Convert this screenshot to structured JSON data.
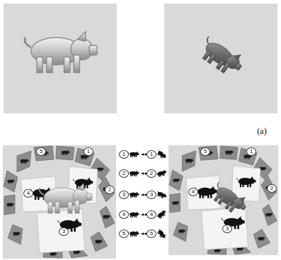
{
  "diagram": {
    "labels": [
      "(a)",
      "5",
      "1",
      "2",
      "4",
      "3",
      "1",
      "1",
      "2",
      "2",
      "3",
      "3",
      "4",
      "4",
      "5",
      "5",
      "5",
      "1",
      "2",
      "4",
      "3"
    ]
  }
}
